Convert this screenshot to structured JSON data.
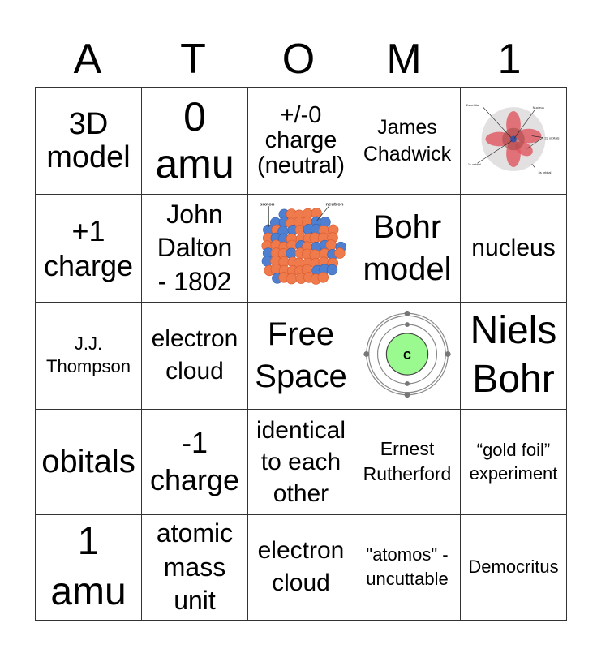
{
  "header": [
    "A",
    "T",
    "O",
    "M",
    "1"
  ],
  "rows": [
    [
      "3D\nmodel",
      "0\namu",
      "+/-0\ncharge\n(neutral)",
      "James\nChadwick",
      ""
    ],
    [
      "+1\ncharge",
      "John\nDalton\n- 1802",
      "",
      "Bohr\nmodel",
      "nucleus"
    ],
    [
      "J.J.\nThompson",
      "electron\ncloud",
      "Free\nSpace",
      "",
      "Niels\nBohr"
    ],
    [
      "obitals",
      "-1\ncharge",
      "identical\nto each\nother",
      "Ernest\nRutherford",
      "“gold foil”\nexperiment"
    ],
    [
      "1\namu",
      "atomic\nmass\nunit",
      "electron\ncloud",
      "\"atomos\" -\nuncuttable",
      "Democritus"
    ]
  ],
  "images": {
    "orbital": {
      "labels": [
        "2s orbital",
        "Nucleus",
        "2p orbitals",
        "1s orbital",
        "3s orbital"
      ]
    },
    "nucleus": {
      "labels": [
        "proton",
        "neutron"
      ]
    },
    "carbon_atom": {
      "symbol": "C"
    }
  }
}
